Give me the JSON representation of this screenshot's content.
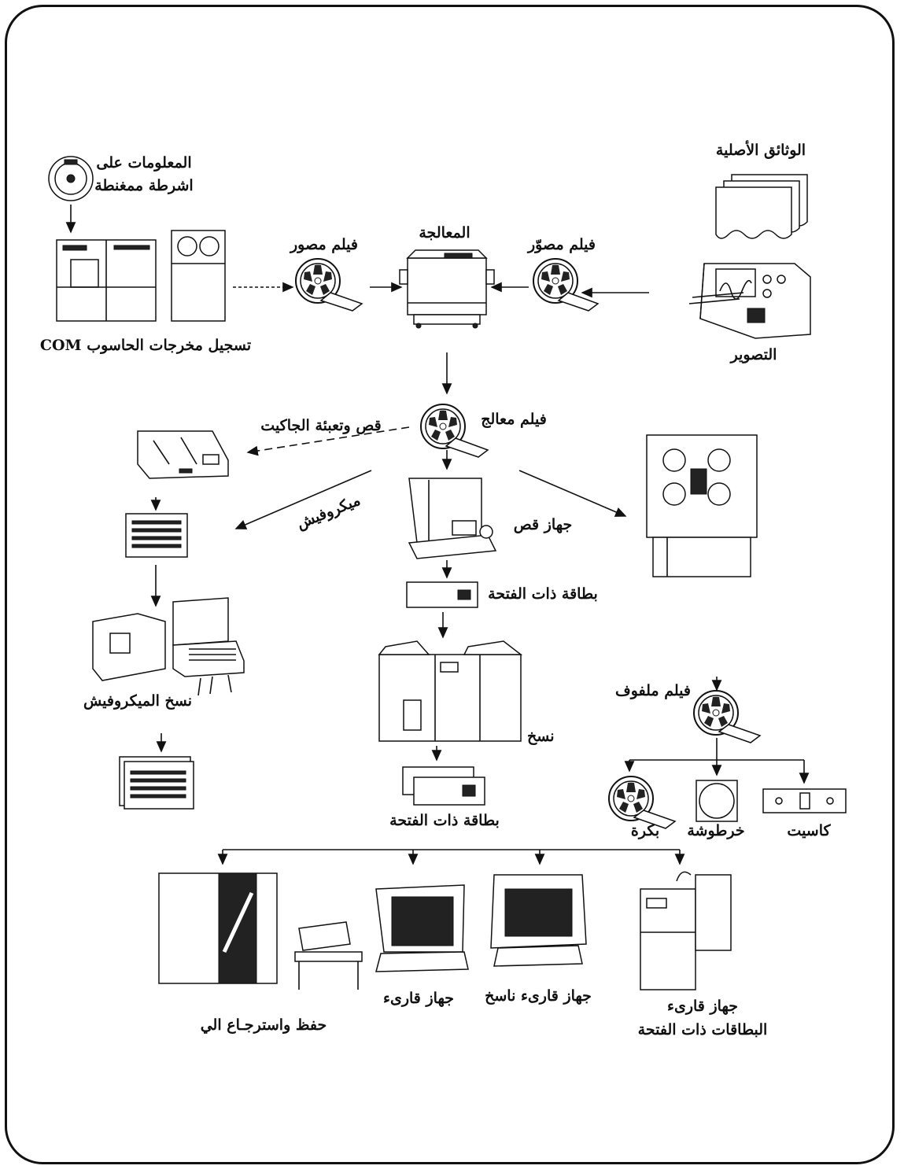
{
  "labels": {
    "original_docs": "الوثائق الأصلية",
    "camera": "التصوير",
    "film_right": "فيلم مصوّر",
    "processing": "المعالجة",
    "film_left": "فيلم مصور",
    "com_recording": "تسجيل مخرجات الحاسوب COM",
    "tape_info_1": "المعلومات على",
    "tape_info_2": "اشرطة ممغنطة",
    "processed_film": "فيلم معالج",
    "cut_fill_jackets": "قص وتعبئة الجاكيت",
    "microfiche": "ميكروفيش",
    "cutter": "جهاز قص",
    "aperture_card_1": "بطاقة ذات الفتحة",
    "duplication": "نسخ",
    "aperture_card_2": "بطاقة ذات الفتحة",
    "microfiche_dup": "نسخ الميكروفيش",
    "rolled_film": "فيلم ملفوف",
    "reel": "بكرة",
    "cartridge": "خرطوشة",
    "cassette": "كاسيت",
    "auto_storage": "حفظ واسترجـاع الي",
    "reader": "جهاز قارىء",
    "reader_printer": "جهاز قارىء ناسخ",
    "aperture_reader_1": "جهاز قارىء",
    "aperture_reader_2": "البطاقات ذات الفتحة"
  }
}
